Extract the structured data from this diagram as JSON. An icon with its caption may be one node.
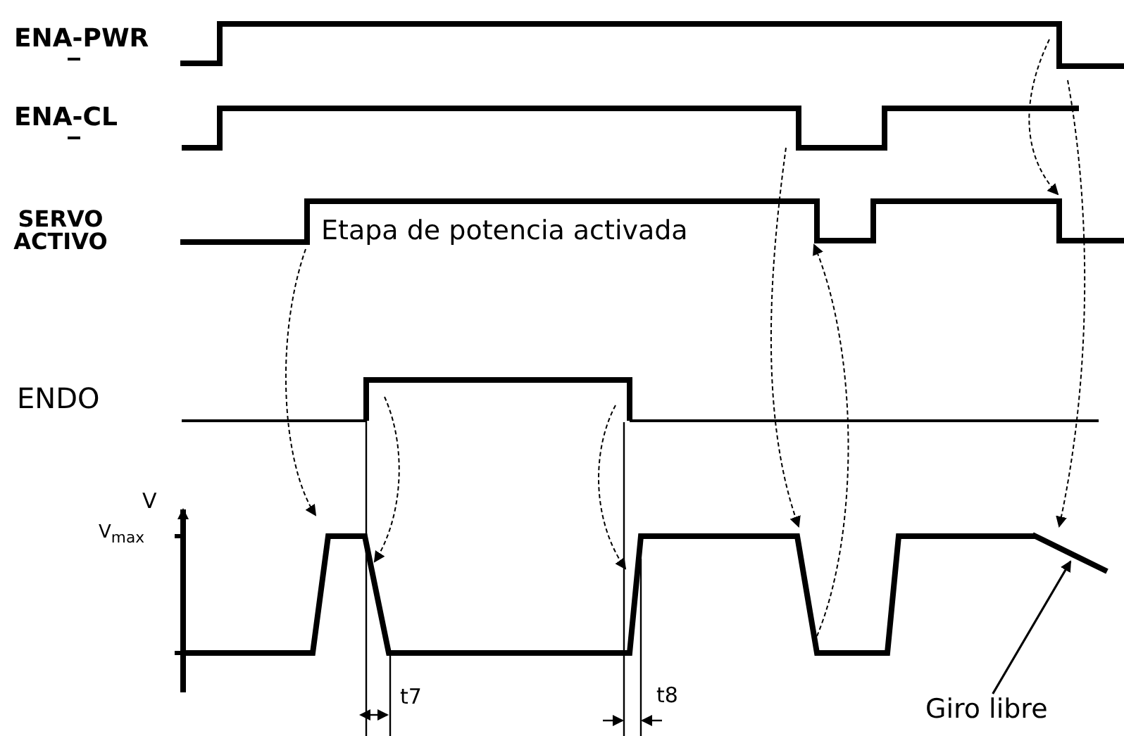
{
  "diagram": {
    "nodes": [
      {
        "text": [
          "Giro libre"
        ]
      },
      {
        "text": [],
        "shape": "line"
      }
    ],
    "edges": [
      {
        "from": 0,
        "to": 1,
        "arrow": "to"
      }
    ],
    "labels": [
      "ENA-PWR",
      "ENA-CL",
      "SERVO ACTIVO",
      "Etapa de potencia activada",
      "ENDO",
      "V",
      "V$_{max}$",
      "t7",
      "t8"
    ]
  }
}
